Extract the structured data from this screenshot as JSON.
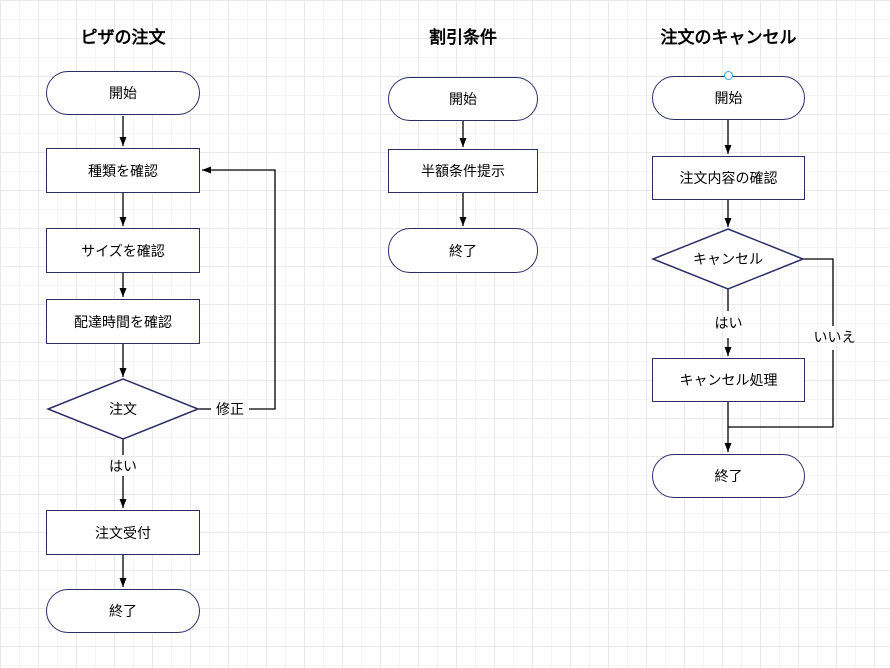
{
  "app": {
    "background": "#ffffff",
    "grid_minor_color": "#f5f5f5",
    "grid_major_color": "#e9e9e9"
  },
  "style": {
    "shape_stroke": "#2b2e62",
    "edge_color": "#000000",
    "text_color": "#000000",
    "connection_point_color": "#35a7e2"
  },
  "charts": [
    {
      "title": "ピザの注文",
      "nodes": {
        "start": "開始",
        "check_type": "種類を確認",
        "check_size": "サイズを確認",
        "check_delivery": "配達時間を確認",
        "decision_order": "注文",
        "accept_order": "注文受付",
        "end": "終了"
      },
      "edge_labels": {
        "yes": "はい",
        "revise": "修正"
      }
    },
    {
      "title": "割引条件",
      "nodes": {
        "start": "開始",
        "show_half_price": "半額条件提示",
        "end": "終了"
      }
    },
    {
      "title": "注文のキャンセル",
      "nodes": {
        "start": "開始",
        "confirm_contents": "注文内容の確認",
        "decision_cancel": "キャンセル",
        "cancel_process": "キャンセル処理",
        "end": "終了"
      },
      "edge_labels": {
        "yes": "はい",
        "no": "いいえ"
      }
    }
  ]
}
